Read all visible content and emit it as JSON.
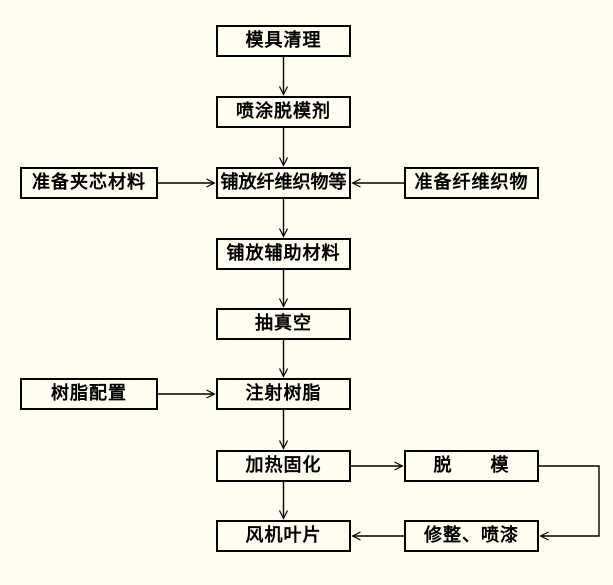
{
  "page": {
    "background_color": "#FFFDF0",
    "line_color": "#000000",
    "text_color": "#000000"
  },
  "flowchart": {
    "nodes": {
      "mold_cleaning": "模具清理",
      "spray_release_agent": "喷涂脱模剂",
      "prepare_core_material": "准备夹芯材料",
      "lay_fiber_fabric": "铺放纤维织物等",
      "prepare_fiber_fabric": "准备纤维织物",
      "lay_auxiliary_material": "铺放辅助材料",
      "vacuum": "抽真空",
      "resin_preparation": "树脂配置",
      "inject_resin": "注射树脂",
      "heat_curing": "加热固化",
      "demold": "脱　　模",
      "wind_blade": "风机叶片",
      "trim_paint": "修整、喷漆"
    },
    "edges": [
      {
        "from": "mold_cleaning",
        "to": "spray_release_agent"
      },
      {
        "from": "spray_release_agent",
        "to": "lay_fiber_fabric"
      },
      {
        "from": "prepare_core_material",
        "to": "lay_fiber_fabric"
      },
      {
        "from": "prepare_fiber_fabric",
        "to": "lay_fiber_fabric"
      },
      {
        "from": "lay_fiber_fabric",
        "to": "lay_auxiliary_material"
      },
      {
        "from": "lay_auxiliary_material",
        "to": "vacuum"
      },
      {
        "from": "vacuum",
        "to": "inject_resin"
      },
      {
        "from": "resin_preparation",
        "to": "inject_resin"
      },
      {
        "from": "inject_resin",
        "to": "heat_curing"
      },
      {
        "from": "heat_curing",
        "to": "demold"
      },
      {
        "from": "heat_curing",
        "to": "wind_blade"
      },
      {
        "from": "demold",
        "to": "trim_paint"
      },
      {
        "from": "trim_paint",
        "to": "wind_blade"
      }
    ]
  }
}
